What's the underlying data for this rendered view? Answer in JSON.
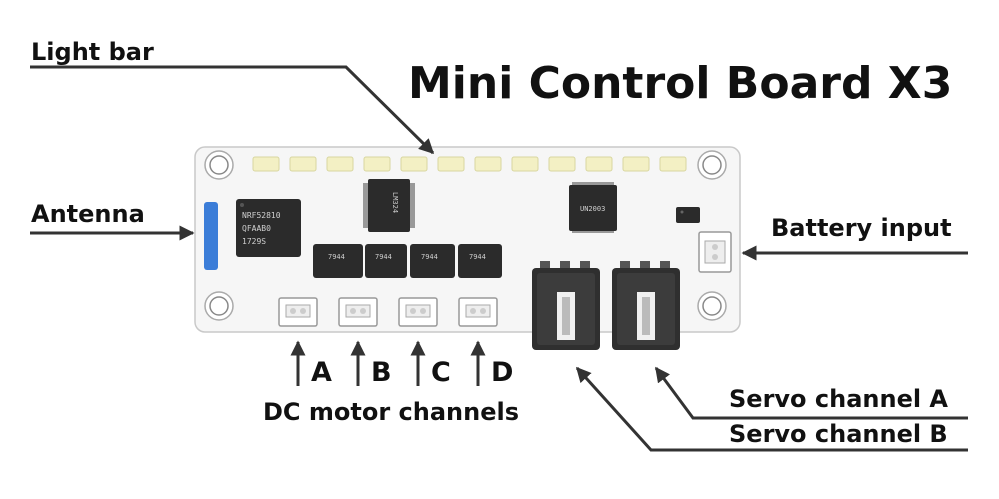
{
  "title": "Mini Control Board X3",
  "labels": {
    "light_bar": "Light bar",
    "antenna": "Antenna",
    "battery_input": "Battery input",
    "dc_motor_channels": "DC motor channels",
    "servo_a": "Servo channel A",
    "servo_b": "Servo channel B"
  },
  "motor_letters": [
    "A",
    "B",
    "C",
    "D"
  ],
  "chips": {
    "radio": [
      "NRF52810",
      "QFAAB0",
      "1729S"
    ],
    "amp": "LM324",
    "driver_array": "UN2003",
    "motor_driver": "7944"
  },
  "colors": {
    "board": "#f6f6f6",
    "led": "#f3f0c4",
    "antenna": "#3b7dd8",
    "chip": "#2b2b2b",
    "arrow": "#333333"
  }
}
